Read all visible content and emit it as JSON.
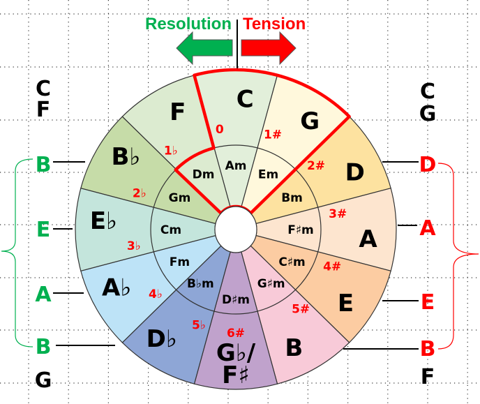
{
  "header": {
    "resolution_label": "Resolution",
    "tension_label": "Tension"
  },
  "colors": {
    "resolution": "#00b050",
    "tension": "#ff0000"
  },
  "wheel": {
    "major": [
      {
        "label": "C",
        "sig": "0",
        "color": "#e2efda"
      },
      {
        "label": "G",
        "sig": "1#",
        "color": "#fff8dc"
      },
      {
        "label": "D",
        "sig": "2#",
        "color": "#fde2a0"
      },
      {
        "label": "A",
        "sig": "3#",
        "color": "#fde5cf"
      },
      {
        "label": "E",
        "sig": "4#",
        "color": "#fccca2"
      },
      {
        "label": "B",
        "sig": "5#",
        "color": "#f8cad8"
      },
      {
        "label": "G♭/",
        "label2": "F♯",
        "sig": "6#",
        "color": "#c0a2cc"
      },
      {
        "label": "D♭",
        "sig": "5♭",
        "color": "#8ea6d6"
      },
      {
        "label": "A♭",
        "sig": "4♭",
        "color": "#bde3f7"
      },
      {
        "label": "E♭",
        "sig": "3♭",
        "color": "#c4e5dc"
      },
      {
        "label": "B♭",
        "sig": "2♭",
        "color": "#c6dca8"
      },
      {
        "label": "F",
        "sig": "1♭",
        "color": "#dcebd0"
      }
    ],
    "minor": [
      "Am",
      "Em",
      "Bm",
      "F♯m",
      "C♯m",
      "G♯m",
      "D♯m",
      "B♭m",
      "Fm",
      "Cm",
      "Gm",
      "Dm"
    ]
  },
  "left_side": {
    "top": [
      "C",
      "F"
    ],
    "bracket": [
      "B",
      "E",
      "A",
      "B"
    ],
    "bottom": "G"
  },
  "right_side": {
    "top": [
      "C",
      "G"
    ],
    "bracket": [
      "D",
      "A",
      "E",
      "B"
    ],
    "bottom": "F"
  }
}
